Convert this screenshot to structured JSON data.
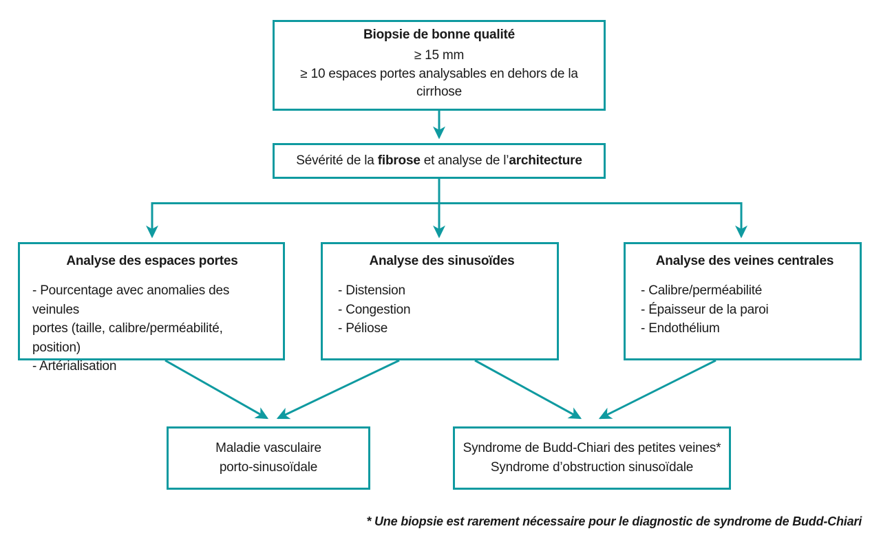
{
  "theme": {
    "accent": "#0f9aa0",
    "text": "#1a1a1a",
    "background": "#ffffff"
  },
  "diagram": {
    "type": "flowchart",
    "language": "fr",
    "nodes": {
      "biopsy": {
        "title": "Biopsie de bonne qualité",
        "line1": "≥ 15 mm",
        "line2": "≥ 10 espaces portes analysables en dehors de la cirrhose"
      },
      "severity": {
        "prefix": "Sévérité de la ",
        "strong1": "fibrose",
        "middle": " et analyse de l’",
        "strong2": "architecture"
      },
      "portal": {
        "title": "Analyse des espaces portes",
        "bullet1": "- Pourcentage avec anomalies des veinules\nportes (taille, calibre/perméabilité, position)",
        "bullet2": "- Artérialisation"
      },
      "sinusoids": {
        "title": "Analyse des sinusoïdes",
        "bullet1": "- Distension",
        "bullet2": "- Congestion",
        "bullet3": "- Péliose"
      },
      "veins": {
        "title": "Analyse des veines centrales",
        "bullet1": "- Calibre/perméabilité",
        "bullet2": "- Épaisseur de la paroi",
        "bullet3": "- Endothélium"
      },
      "outcome_left": {
        "line1": "Maladie vasculaire",
        "line2": "porto-sinusoïdale"
      },
      "outcome_right": {
        "line1": "Syndrome de Budd-Chiari des petites veines*",
        "line2": "Syndrome d’obstruction sinusoïdale"
      }
    },
    "footnote": "* Une biopsie est rarement nécessaire pour le diagnostic de syndrome de Budd-Chiari"
  }
}
